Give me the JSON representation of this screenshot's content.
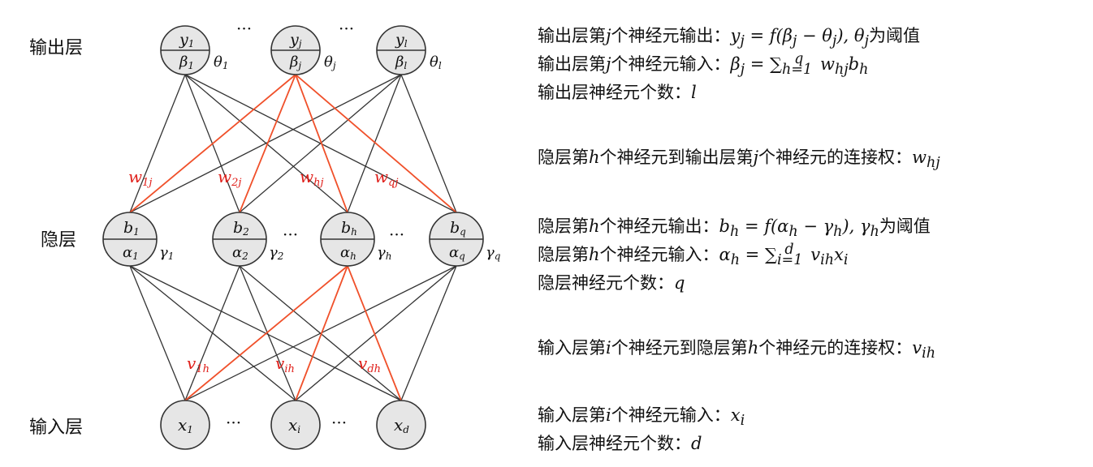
{
  "layers": {
    "output": {
      "label": "输出层",
      "nodes": [
        {
          "top": "y",
          "top_sub": "1",
          "bottom": "β",
          "bottom_sub": "1",
          "side": "θ",
          "side_sub": "1"
        },
        {
          "top": "y",
          "top_sub": "j",
          "bottom": "β",
          "bottom_sub": "j",
          "side": "θ",
          "side_sub": "j"
        },
        {
          "top": "y",
          "top_sub": "l",
          "bottom": "β",
          "bottom_sub": "l",
          "side": "θ",
          "side_sub": "l"
        }
      ]
    },
    "hidden": {
      "label": "隐层",
      "nodes": [
        {
          "top": "b",
          "top_sub": "1",
          "bottom": "α",
          "bottom_sub": "1",
          "side": "γ",
          "side_sub": "1"
        },
        {
          "top": "b",
          "top_sub": "2",
          "bottom": "α",
          "bottom_sub": "2",
          "side": "γ",
          "side_sub": "2"
        },
        {
          "top": "b",
          "top_sub": "h",
          "bottom": "α",
          "bottom_sub": "h",
          "side": "γ",
          "side_sub": "h"
        },
        {
          "top": "b",
          "top_sub": "q",
          "bottom": "α",
          "bottom_sub": "q",
          "side": "γ",
          "side_sub": "q"
        }
      ]
    },
    "input": {
      "label": "输入层",
      "nodes": [
        {
          "top": "x",
          "top_sub": "1"
        },
        {
          "top": "x",
          "top_sub": "i"
        },
        {
          "top": "x",
          "top_sub": "d"
        }
      ]
    }
  },
  "ellipsis": "···",
  "weight_labels": {
    "w": [
      {
        "base": "w",
        "sub": "1j"
      },
      {
        "base": "w",
        "sub": "2j"
      },
      {
        "base": "w",
        "sub": "hj"
      },
      {
        "base": "w",
        "sub": "qj"
      }
    ],
    "v": [
      {
        "base": "v",
        "sub": "1h"
      },
      {
        "base": "v",
        "sub": "ih"
      },
      {
        "base": "v",
        "sub": "dh"
      }
    ]
  },
  "highlight_colors": {
    "edge": "#f0502a",
    "label": "#e0201b",
    "edge_default": "#333333",
    "node_fill": "#e6e6e6"
  },
  "descriptions": {
    "l1": {
      "p1": "输出层第",
      "p2": "j",
      "p3": "个神经元输出：",
      "p4": "y",
      "p5": "j",
      "p6": " = f(β",
      "p7": "j",
      "p8": " − θ",
      "p9": "j",
      "p10": "), θ",
      "p11": "j",
      "p12": "为阈值"
    },
    "l2": {
      "p1": "输出层第",
      "p2": "j",
      "p3": "个神经元输入：",
      "p4": "β",
      "p5": "j",
      "p6": " = ∑",
      "p7": "h=1",
      "p8": "q",
      "p9": " w",
      "p10": "hj",
      "p11": "b",
      "p12": "h"
    },
    "l3": {
      "p1": "输出层神经元个数：",
      "p2": "l"
    },
    "l4": {
      "p1": "隐层第",
      "p2": "h",
      "p3": "个神经元到输出层第",
      "p4": "j",
      "p5": "个神经元的连接权：",
      "p6": "w",
      "p7": "hj"
    },
    "l5": {
      "p1": "隐层第",
      "p2": "h",
      "p3": "个神经元输出：",
      "p4": "b",
      "p5": "h",
      "p6": " = f(α",
      "p7": "h",
      "p8": " − γ",
      "p9": "h",
      "p10": "), γ",
      "p11": "h",
      "p12": "为阈值"
    },
    "l6": {
      "p1": "隐层第",
      "p2": "h",
      "p3": "个神经元输入：",
      "p4": "α",
      "p5": "h",
      "p6": " = ∑",
      "p7": "i=1",
      "p8": "d",
      "p9": " v",
      "p10": "ih",
      "p11": "x",
      "p12": "i"
    },
    "l7": {
      "p1": "隐层神经元个数：",
      "p2": "q"
    },
    "l8": {
      "p1": "输入层第",
      "p2": "i",
      "p3": "个神经元到隐层第",
      "p4": "h",
      "p5": "个神经元的连接权：",
      "p6": "v",
      "p7": "ih"
    },
    "l9": {
      "p1": "输入层第",
      "p2": "i",
      "p3": "个神经元输入：",
      "p4": "x",
      "p5": "i"
    },
    "l10": {
      "p1": "输入层神经元个数：",
      "p2": "d"
    }
  }
}
